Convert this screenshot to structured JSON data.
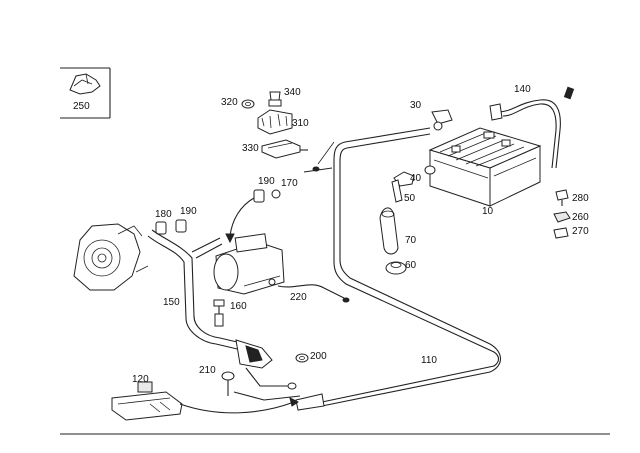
{
  "labels": {
    "p250": "250",
    "p320": "320",
    "p340": "340",
    "p310": "310",
    "p330": "330",
    "p30": "30",
    "p140": "140",
    "p40": "40",
    "p50": "50",
    "p10": "10",
    "p70": "70",
    "p60": "60",
    "p280": "280",
    "p260": "260",
    "p270": "270",
    "p190a": "190",
    "p170": "170",
    "p180": "180",
    "p190b": "190",
    "p150": "150",
    "p160": "160",
    "p220": "220",
    "p200": "200",
    "p210": "210",
    "p120": "120",
    "p110": "110"
  }
}
